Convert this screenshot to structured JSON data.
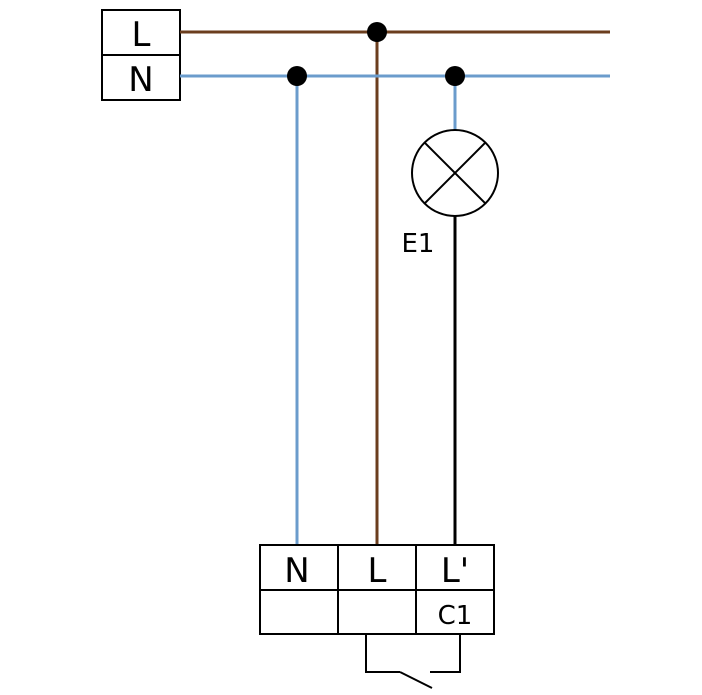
{
  "supply_terminal": {
    "live_label": "L",
    "neutral_label": "N"
  },
  "lamp": {
    "label": "E1"
  },
  "device": {
    "terminal_n": "N",
    "terminal_l": "L",
    "terminal_lout": "L'",
    "name": "C1"
  },
  "colors": {
    "live_wire": "#6b3e1e",
    "neutral_wire": "#6b9ccc",
    "switched_wire": "#000000",
    "outline": "#000000"
  }
}
